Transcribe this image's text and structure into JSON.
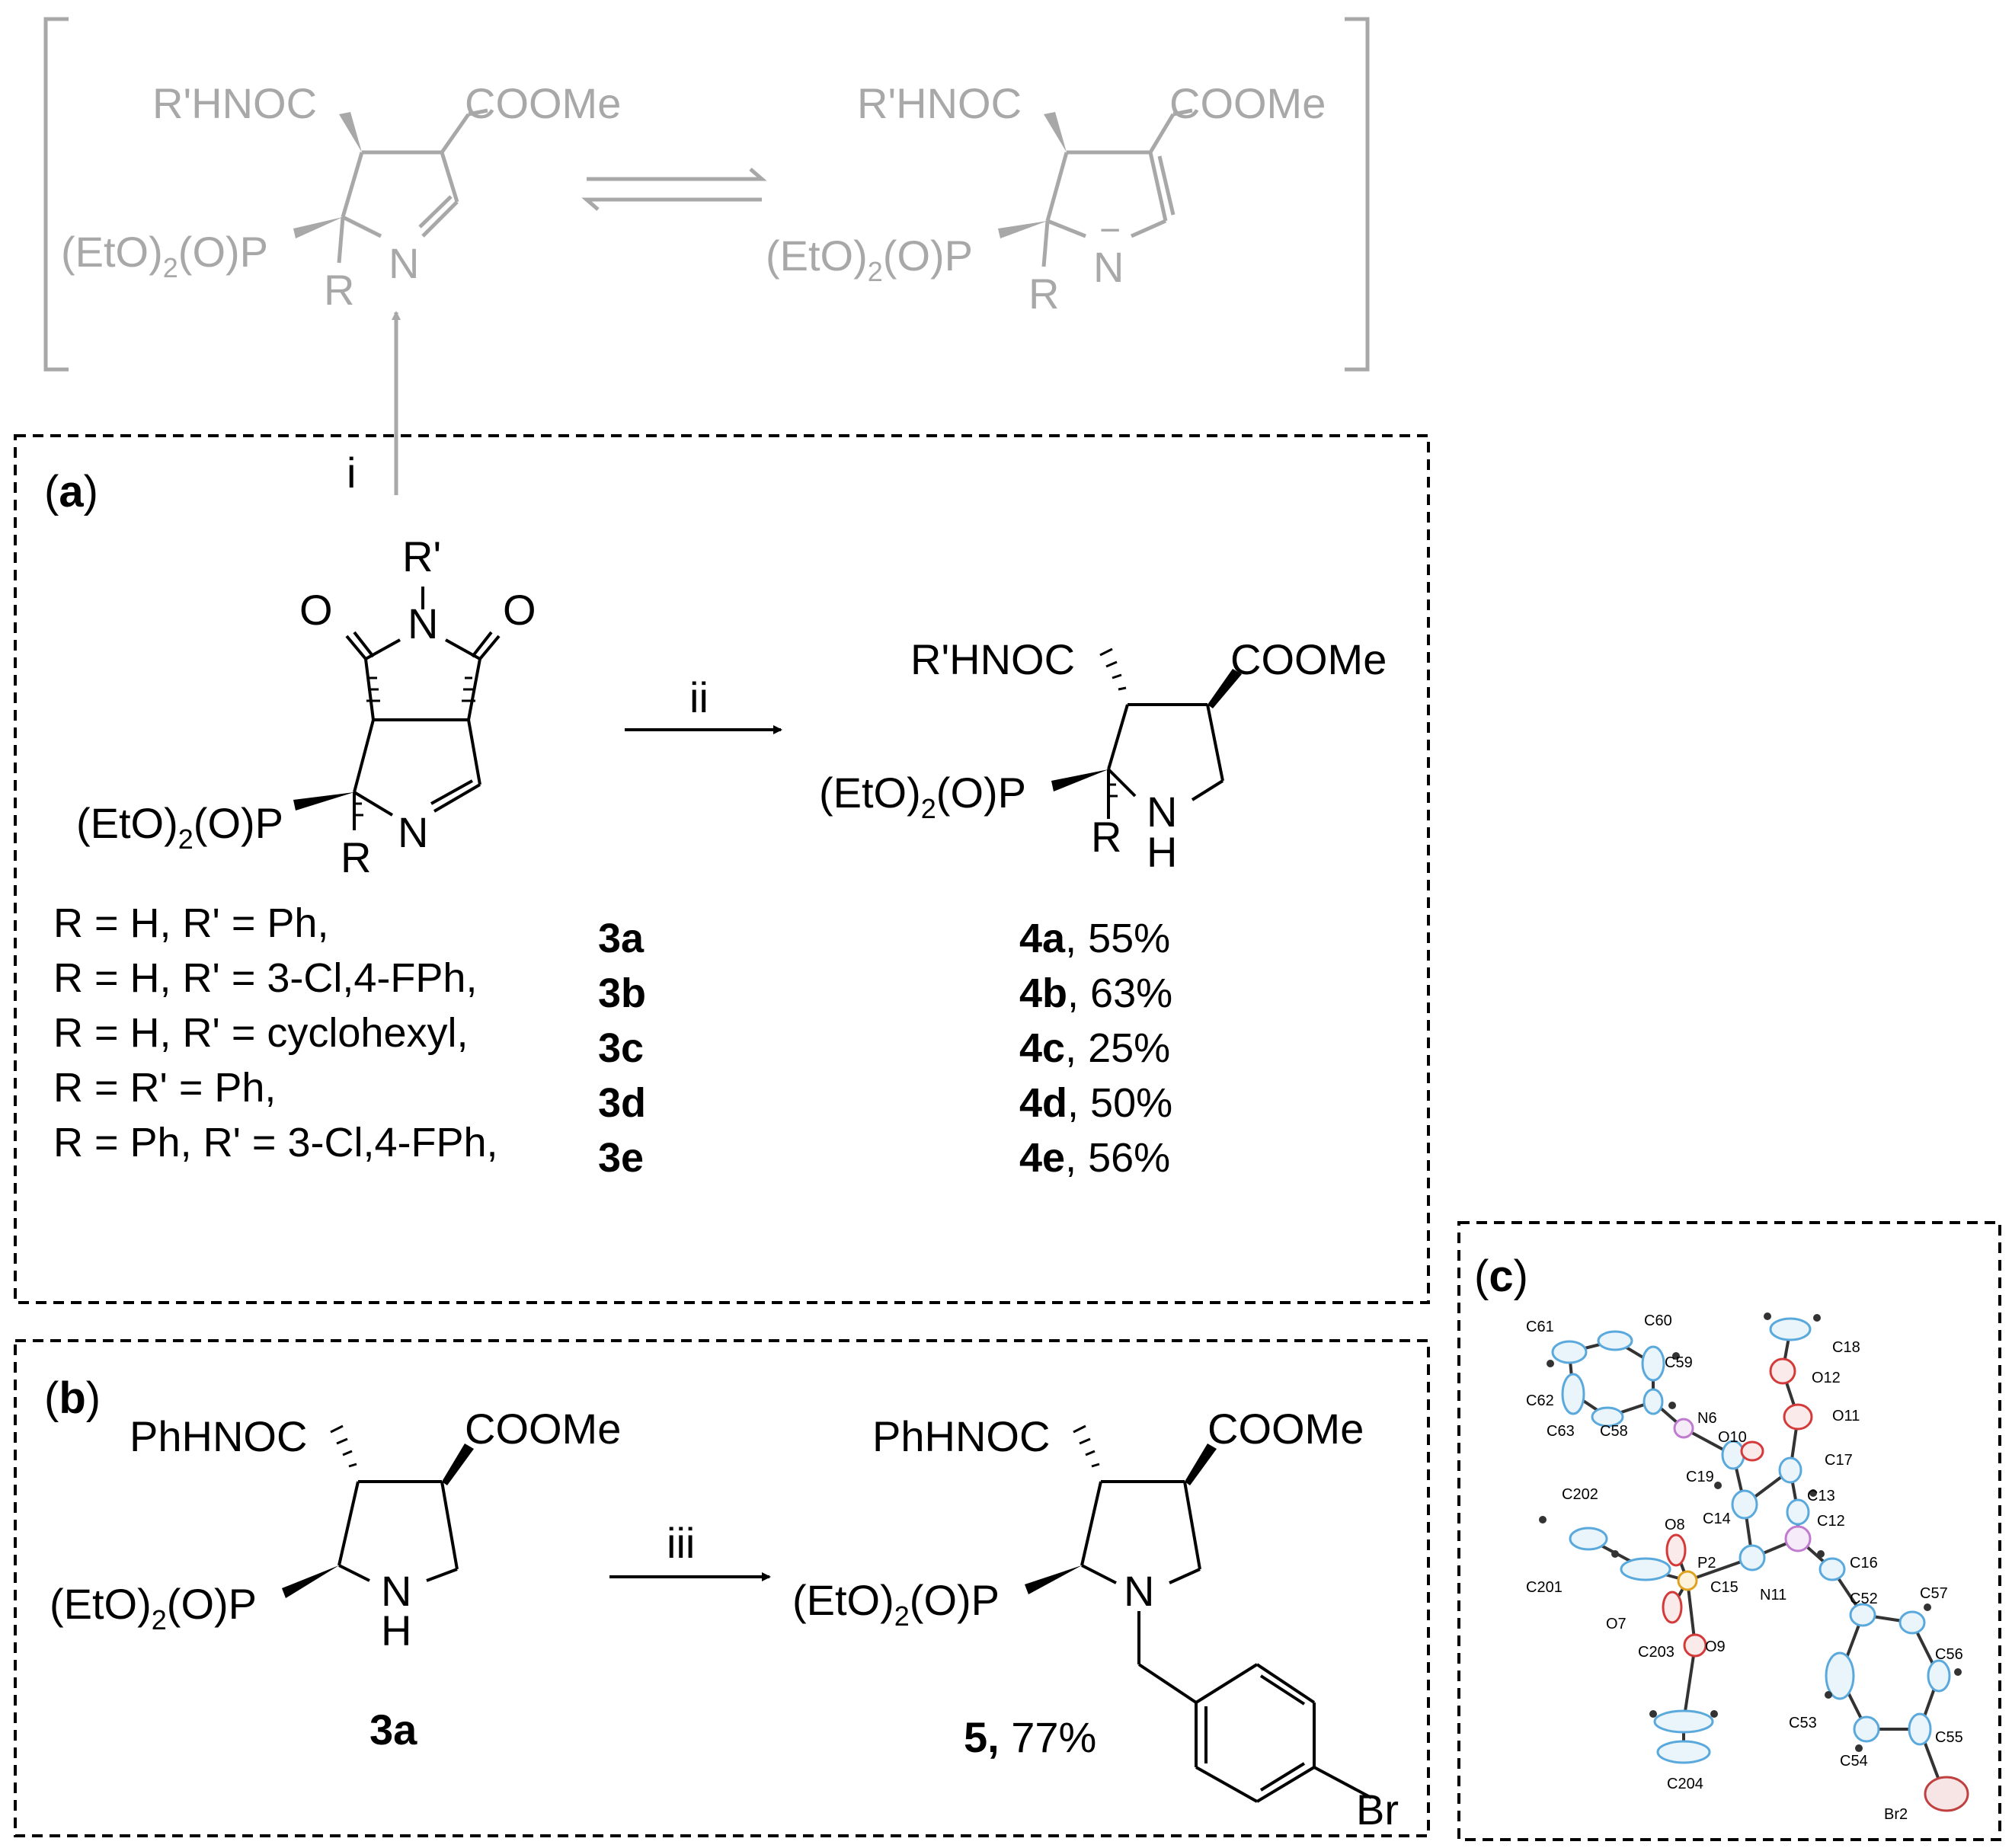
{
  "colors": {
    "equilibrium_gray": "#a8a8a8",
    "ellipsoid_carbon": "#5aa9dc",
    "ellipsoid_oxygen": "#d43a3a",
    "ellipsoid_nitrogen": "#c07ad0",
    "ellipsoid_phosphorus": "#e0a020",
    "ellipsoid_bromine": "#c04040"
  },
  "equilibrium": {
    "left": {
      "amide": "R'HNOC",
      "ester": "COOMe",
      "phosphonate_pre": "(EtO)",
      "phosphonate_sub": "2",
      "phosphonate_post": "(O)P",
      "r": "R",
      "n": "N"
    },
    "right": {
      "amide": "R'HNOC",
      "ester": "COOMe",
      "phosphonate_pre": "(EtO)",
      "phosphonate_sub": "2",
      "phosphonate_post": "(O)P",
      "r": "R",
      "n": "N",
      "charge": "−"
    }
  },
  "panel_a": {
    "label_open": "(",
    "label_letter": "a",
    "label_close": ")",
    "step_i": "i",
    "step_ii": "ii",
    "reactant": {
      "r_prime": "R'",
      "n_imide": "N",
      "o_left": "O",
      "o_right": "O",
      "phosphonate_pre": "(EtO)",
      "phosphonate_sub": "2",
      "phosphonate_post": "(O)P",
      "r": "R",
      "n": "N"
    },
    "product": {
      "amide": "R'HNOC",
      "ester": "COOMe",
      "phosphonate_pre": "(EtO)",
      "phosphonate_sub": "2",
      "phosphonate_post": "(O)P",
      "r": "R",
      "n": "N",
      "h": "H"
    },
    "rows": [
      {
        "condition": "R = H, R' = Ph,",
        "compound": "3a",
        "product": "4a",
        "yield": ", 55%"
      },
      {
        "condition": "R = H, R' = 3-Cl,4-FPh,",
        "compound": "3b",
        "product": "4b",
        "yield": ", 63%"
      },
      {
        "condition": "R = H, R' = cyclohexyl,",
        "compound": "3c",
        "product": "4c",
        "yield": ", 25%"
      },
      {
        "condition": "R = R' = Ph,",
        "compound": "3d",
        "product": "4d",
        "yield": ", 50%"
      },
      {
        "condition": "R = Ph, R' = 3-Cl,4-FPh,",
        "compound": "3e",
        "product": "4e",
        "yield": ", 56%"
      }
    ]
  },
  "panel_b": {
    "label_open": "(",
    "label_letter": "b",
    "label_close": ")",
    "step_iii": "iii",
    "reactant": {
      "amide": "PhHNOC",
      "ester": "COOMe",
      "phosphonate_pre": "(EtO)",
      "phosphonate_sub": "2",
      "phosphonate_post": "(O)P",
      "n": "N",
      "h": "H",
      "compound": "3a"
    },
    "product": {
      "amide": "PhHNOC",
      "ester": "COOMe",
      "phosphonate_pre": "(EtO)",
      "phosphonate_sub": "2",
      "phosphonate_post": "(O)P",
      "n": "N",
      "br": "Br",
      "compound": "5,",
      "yield": " 77%"
    }
  },
  "panel_c": {
    "label_open": "(",
    "label_letter": "c",
    "label_close": ")",
    "atoms": [
      "C61",
      "C60",
      "C59",
      "C62",
      "C63",
      "C58",
      "N6",
      "C18",
      "O12",
      "O11",
      "O10",
      "C17",
      "C19",
      "C13",
      "C14",
      "C12",
      "C202",
      "O8",
      "P2",
      "C15",
      "C16",
      "C201",
      "N11",
      "C52",
      "C57",
      "C56",
      "O7",
      "O9",
      "C203",
      "C53",
      "C55",
      "C54",
      "C204",
      "Br2"
    ]
  }
}
